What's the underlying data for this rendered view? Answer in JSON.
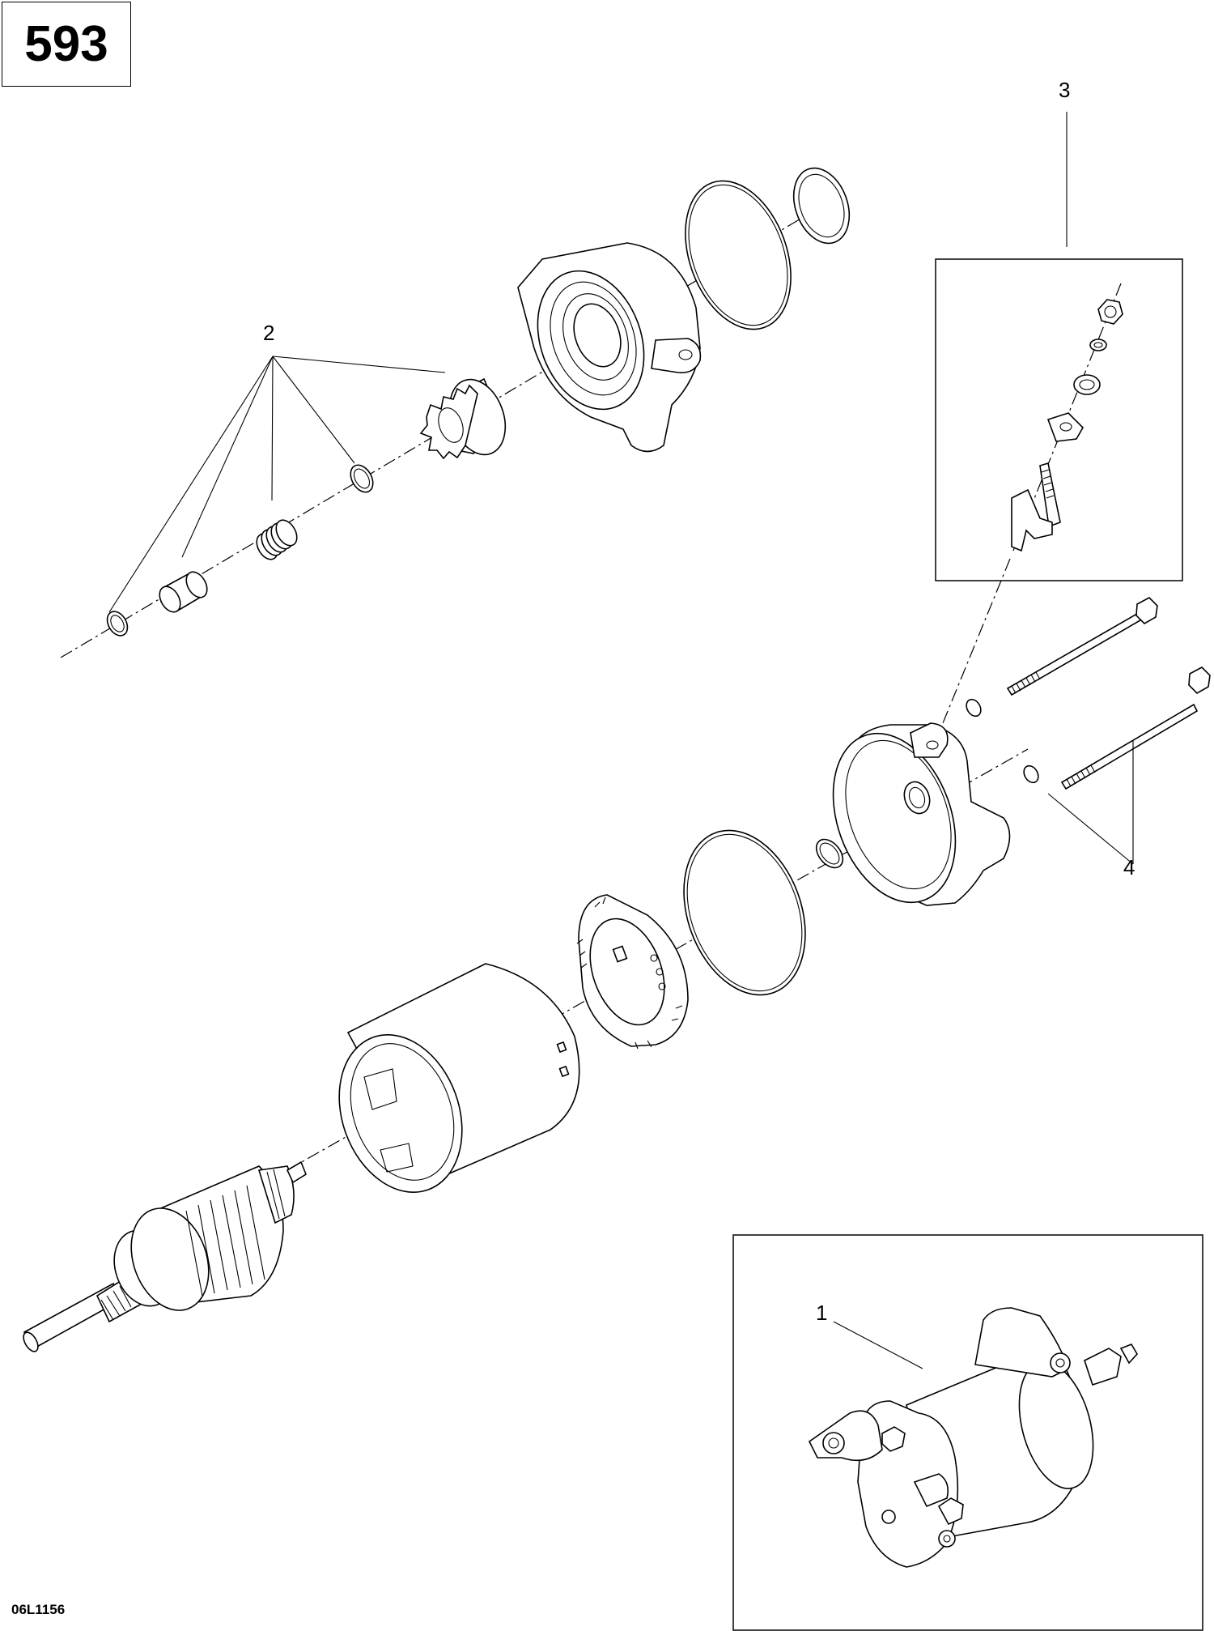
{
  "page_number": "593",
  "figure_code": "06L1156",
  "callouts": [
    {
      "id": "1",
      "label": "1"
    },
    {
      "id": "2",
      "label": "2"
    },
    {
      "id": "3",
      "label": "3"
    },
    {
      "id": "4",
      "label": "4"
    }
  ]
}
